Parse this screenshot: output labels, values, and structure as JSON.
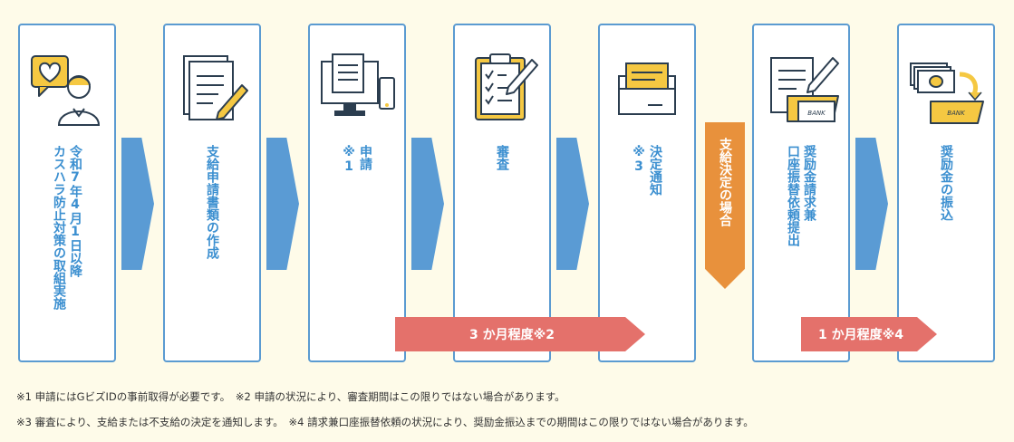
{
  "steps": [
    {
      "label": "令和7年4月1日以降\nカスハラ防止対策の取組実施",
      "icon": "customer-care-icon"
    },
    {
      "label": "支給申請書類の作成",
      "icon": "document-pen-icon"
    },
    {
      "label": "申請\n※1",
      "icon": "computer-devices-icon"
    },
    {
      "label": "審査",
      "icon": "checklist-clipboard-icon"
    },
    {
      "label": "決定通知\n※3",
      "icon": "envelope-letter-icon"
    },
    {
      "label": "奨励金請求兼\n口座振替依頼提出",
      "icon": "bank-form-icon"
    },
    {
      "label": "奨励金の振込",
      "icon": "money-transfer-icon"
    }
  ],
  "decision_label": "支給決定の場合",
  "durations": [
    {
      "label": "3 か月程度※2"
    },
    {
      "label": "1 か月程度※4"
    }
  ],
  "bank_text": "BANK",
  "notes": [
    "※1 申請にはGビズIDの事前取得が必要です。　※2 申請の状況により、審査期間はこの限りではない場合があります。",
    "※3 審査により、支給または不支給の決定を通知します。　※4 請求兼口座振替依頼の状況により、奨励金振込までの期間はこの限りではない場合があります。"
  ],
  "colors": {
    "background": "#fefbe9",
    "box_border": "#5b9bd1",
    "step_text": "#3b8fd0",
    "chevron": "#5a9bd4",
    "decision": "#e8913c",
    "duration": "#e4716b",
    "icon_accent": "#f5c842",
    "icon_stroke": "#2b3d4f"
  }
}
